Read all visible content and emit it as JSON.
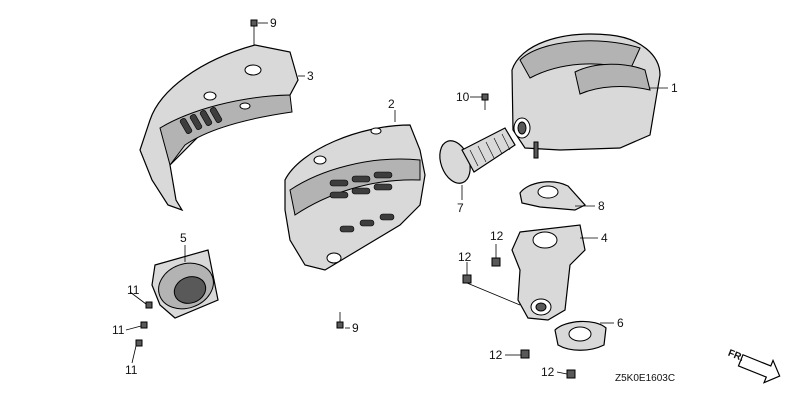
{
  "callouts": [
    "1",
    "2",
    "3",
    "4",
    "5",
    "6",
    "7",
    "8",
    "9",
    "9",
    "10",
    "11",
    "11",
    "11",
    "12",
    "12",
    "12",
    "12"
  ],
  "diagram_code": "Z5K0E1603C",
  "direction_label": "FR."
}
